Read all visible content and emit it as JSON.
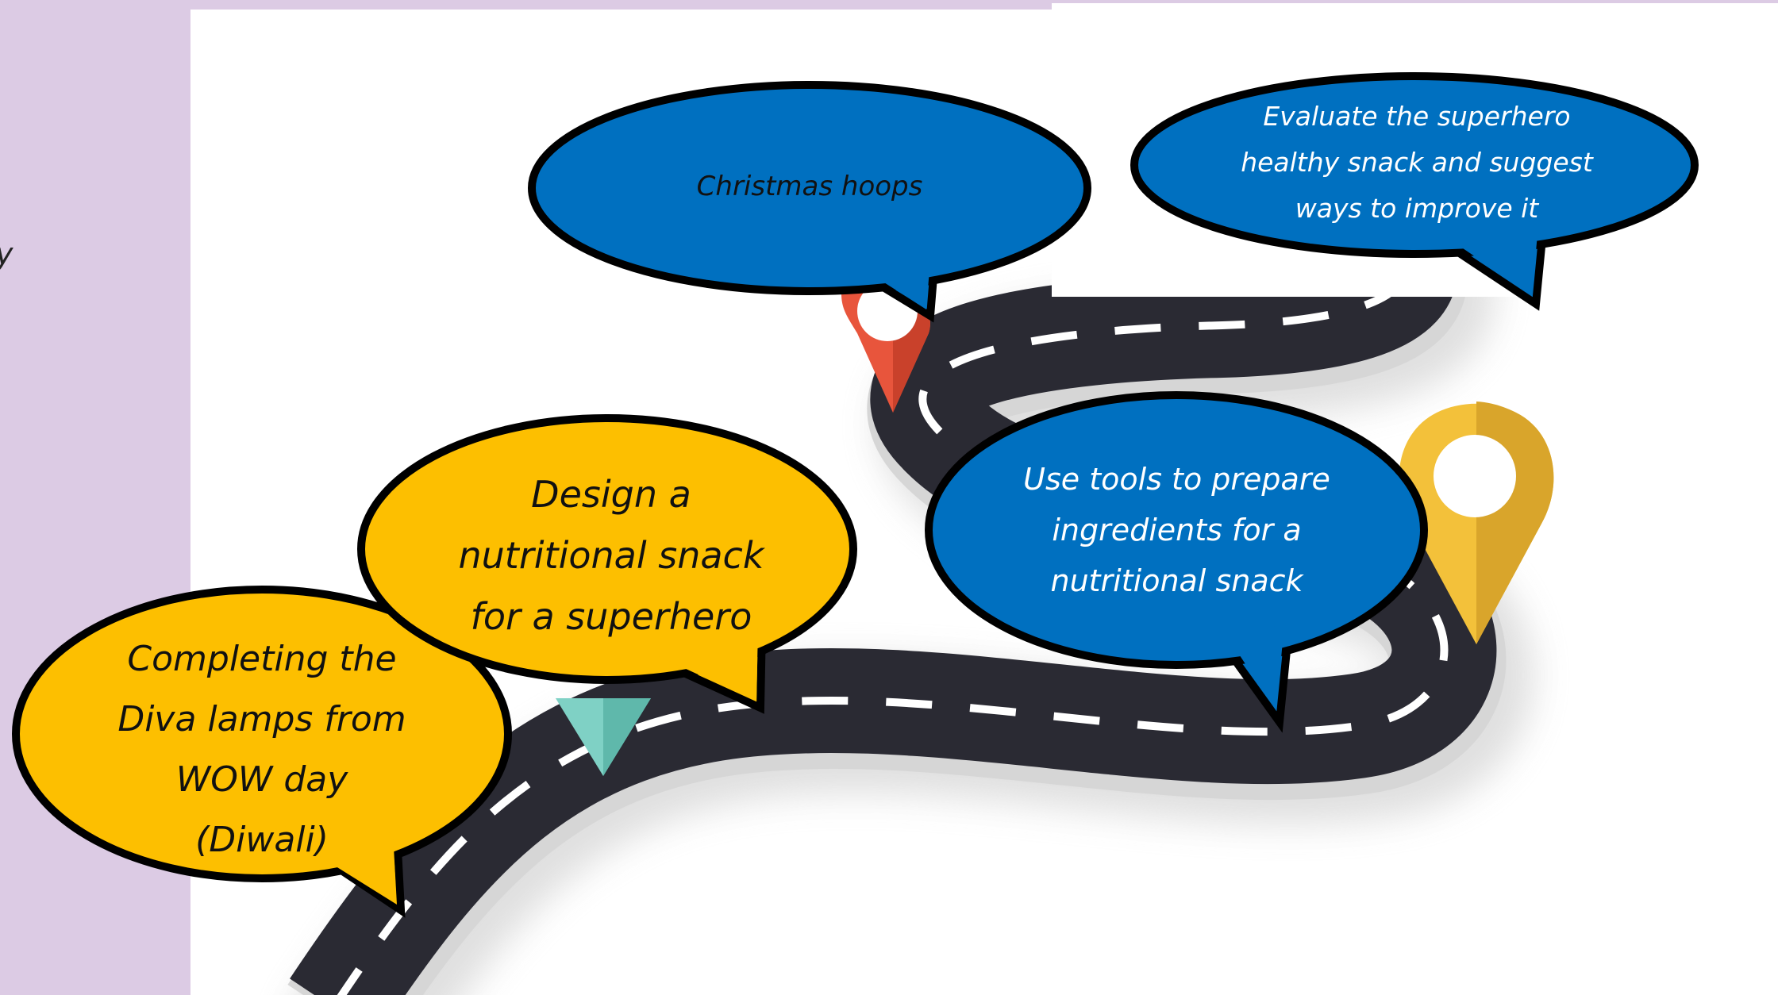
{
  "colors": {
    "panel": "#dccbe4",
    "yellow_bubble": "#fdbf00",
    "blue_bubble": "#0070c0",
    "bubble_outline": "#000000",
    "road": "#2a2a33",
    "road_edge": "#d9d9d9",
    "road_dash": "#ffffff",
    "pin_red": "#e8553c",
    "pin_yellow": "#f3c13a",
    "pin_teal": "#7fd1c5"
  },
  "left_panel": {
    "fragment": "y"
  },
  "steps": [
    {
      "id": "step-diwali",
      "fill": "yellow",
      "lines": [
        "Completing the",
        "Diva lamps from",
        "WOW day",
        "(Diwali)"
      ]
    },
    {
      "id": "step-design",
      "fill": "yellow",
      "lines": [
        "Design a",
        "nutritional snack",
        "for a superhero"
      ]
    },
    {
      "id": "step-christmas",
      "fill": "blue",
      "lines": [
        "Christmas hoops"
      ]
    },
    {
      "id": "step-tools",
      "fill": "blue",
      "lines": [
        "Use tools to prepare",
        "ingredients for a",
        "nutritional snack"
      ]
    },
    {
      "id": "step-evaluate",
      "fill": "blue",
      "lines": [
        "Evaluate the superhero",
        "healthy snack and suggest",
        "ways to improve it"
      ]
    }
  ]
}
